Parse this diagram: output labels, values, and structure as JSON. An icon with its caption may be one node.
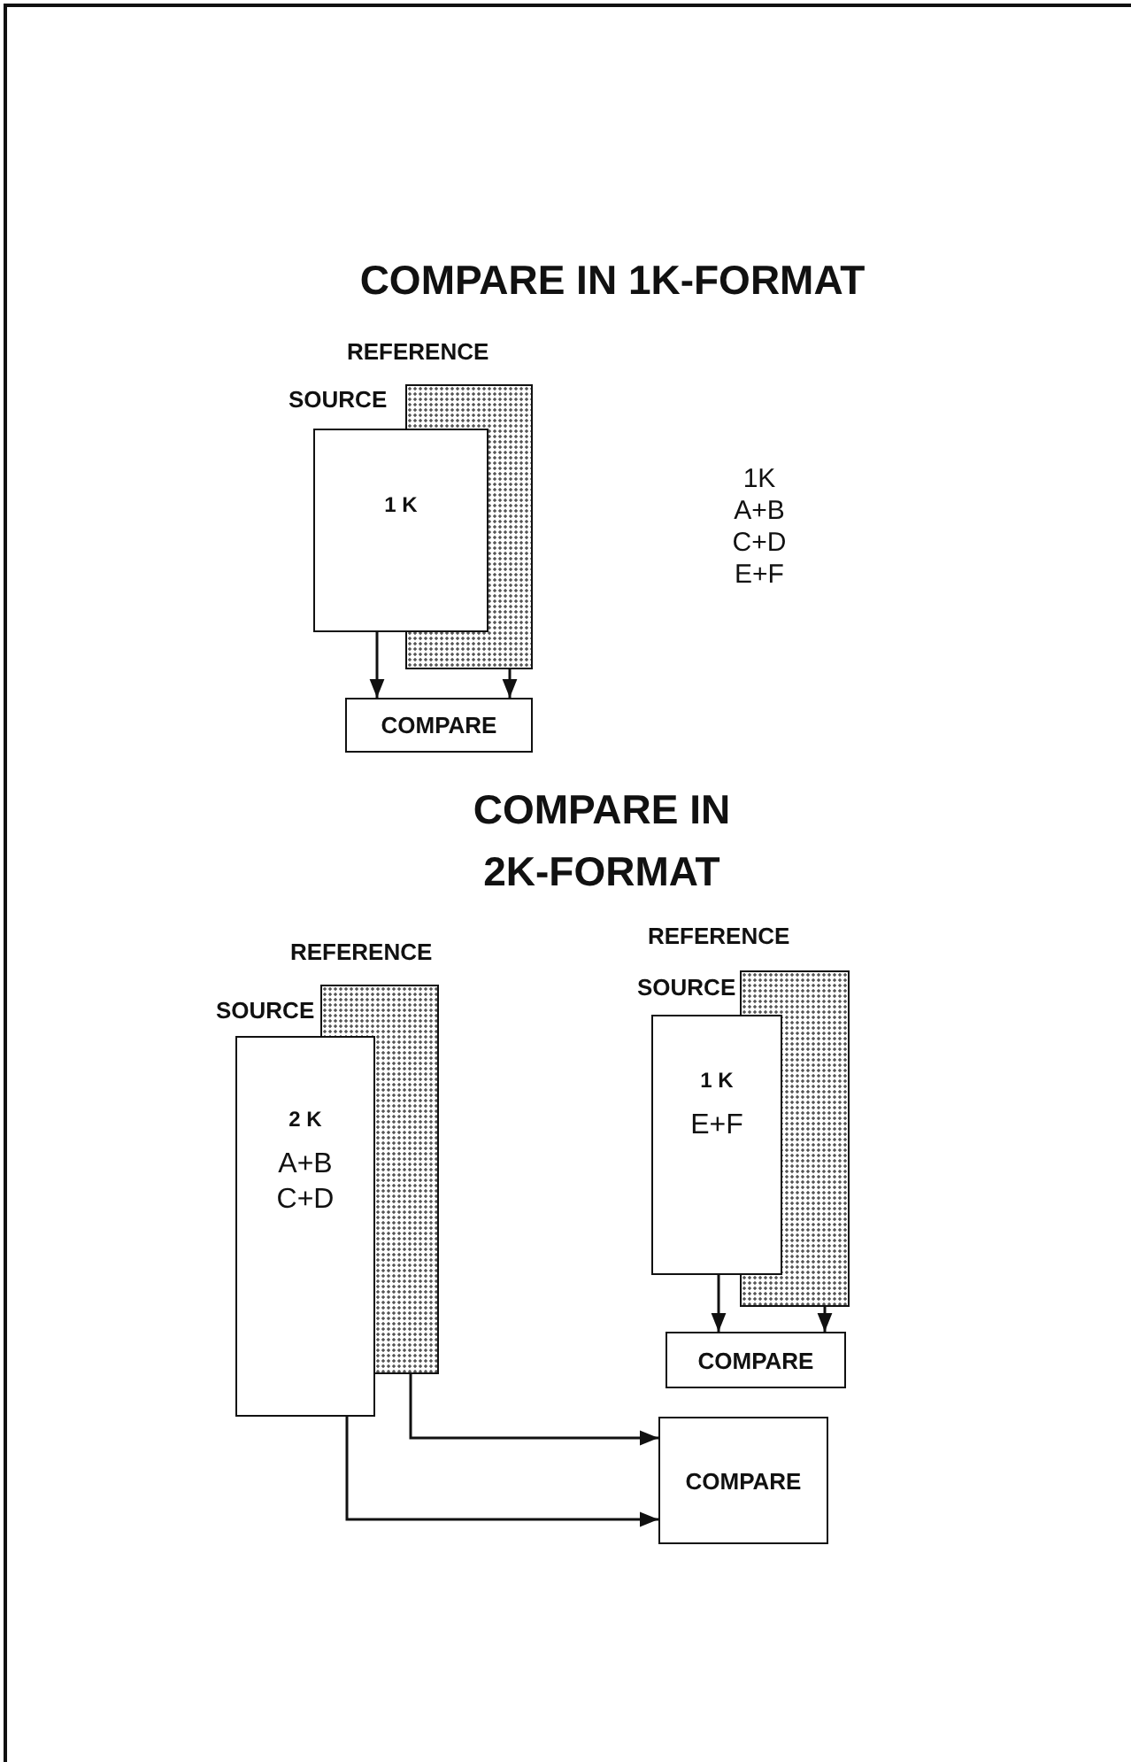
{
  "diagram": {
    "title": "COMPARE IN 1K-FORMAT",
    "nodes": [
      {
        "text": [
          "REFERENCE"
        ]
      },
      {
        "text": [
          "SOURCE",
          "1 K"
        ]
      },
      {
        "text": [
          "COMPARE"
        ]
      },
      {
        "text": [
          "REFERENCE"
        ]
      },
      {
        "text": [
          "SOURCE",
          "2 K",
          "A+B C+D"
        ]
      },
      {
        "text": [
          "COMPARE"
        ]
      },
      {
        "text": [
          "REFERENCE"
        ]
      },
      {
        "text": [
          "SOURCE",
          "1 K",
          "E+F"
        ]
      },
      {
        "text": [
          "COMPARE"
        ]
      }
    ],
    "edges": [
      {
        "from": 1,
        "to": 2,
        "arrow": "to"
      },
      {
        "from": 0,
        "to": 2,
        "arrow": "to"
      },
      {
        "from": 4,
        "to": 5,
        "arrow": "to"
      },
      {
        "from": 3,
        "to": 5,
        "arrow": "to"
      },
      {
        "from": 7,
        "to": 8,
        "arrow": "to"
      },
      {
        "from": 6,
        "to": 8,
        "arrow": "to"
      }
    ],
    "labels": [
      "1K",
      "A+B",
      "C+D",
      "E+F",
      "COMPARE IN 2K-FORMAT"
    ]
  }
}
